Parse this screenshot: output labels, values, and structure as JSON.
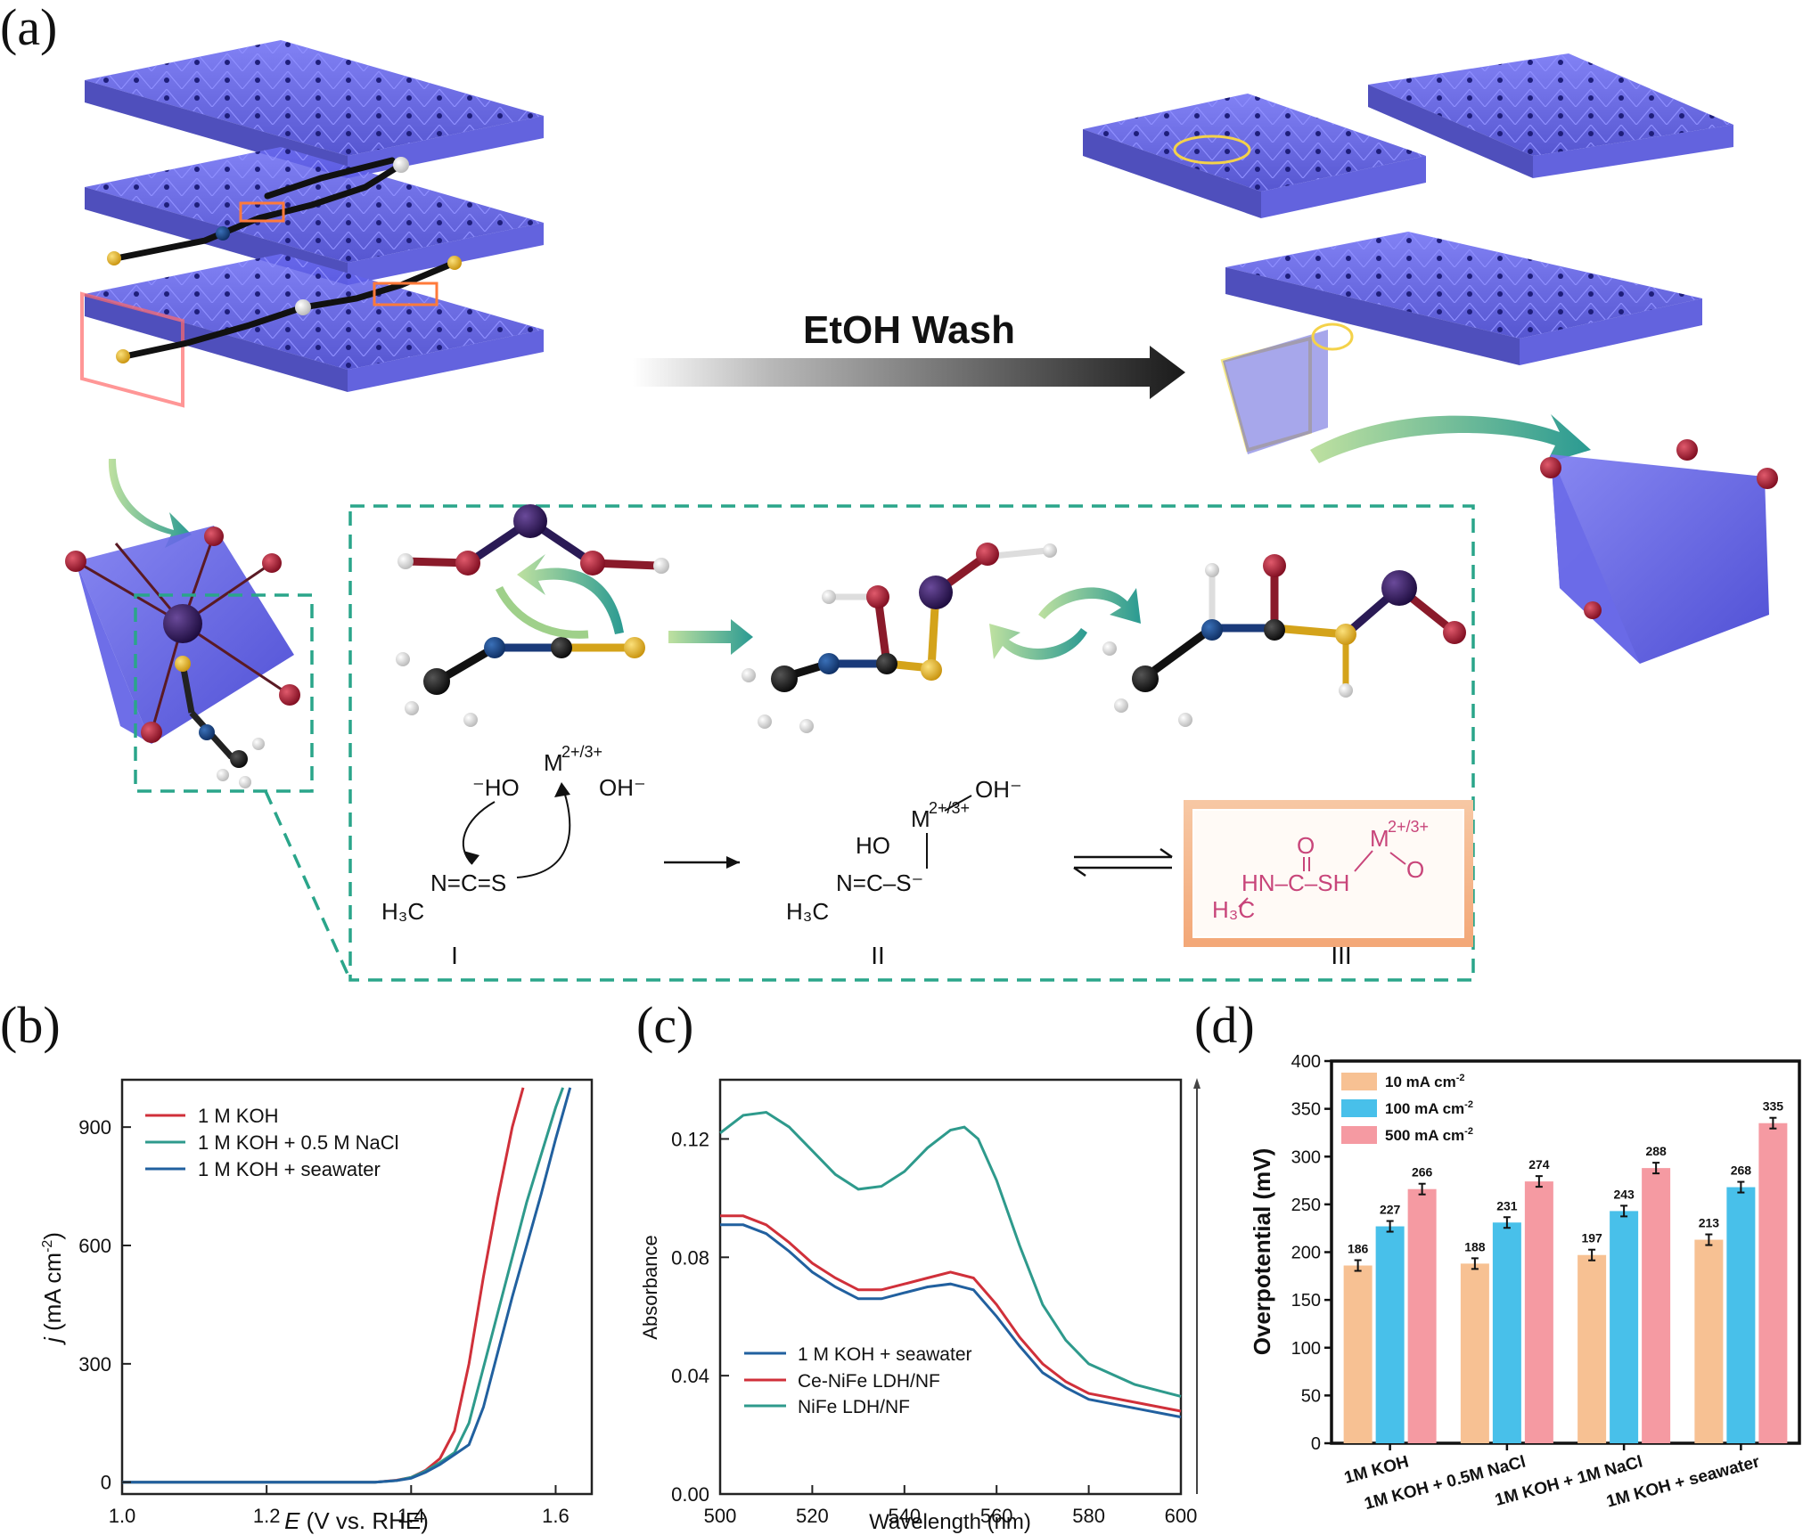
{
  "panel_labels": {
    "a": "(a)",
    "b": "(b)",
    "c": "(c)",
    "d": "(d)"
  },
  "panel_a": {
    "arrow_label": "EtOH Wash",
    "scheme_roman": [
      "I",
      "II",
      "III"
    ],
    "scheme_I": {
      "ligand1": "⁻HO",
      "metal": "M",
      "metal_sup": "2+/3+",
      "ligand2": "OH⁻",
      "isothiocyanate": "N=C=S",
      "methyl": "H₃C"
    },
    "scheme_II": {
      "oh": "OH⁻",
      "metal": "M",
      "metal_sup": "2+/3+",
      "ho": "HO",
      "backbone": "N=C–S⁻",
      "methyl": "H₃C"
    },
    "scheme_III": {
      "o_top": "O",
      "metal": "M",
      "metal_sup": "2+/3+",
      "backbone": "HN–C–SH",
      "o_right": "O",
      "methyl": "H₃C"
    },
    "colors": {
      "layer": "#4a4ae6",
      "dashed_box": "#2aa58a",
      "product_text": "#c8457a",
      "product_box": "#f3b38a"
    }
  },
  "chart_data": [
    {
      "id": "b",
      "type": "line",
      "xlabel_italic": "E",
      "xlabel_rest": " (V vs. RHE)",
      "ylabel_italic": "j",
      "ylabel_rest": " (mA cm",
      "ylabel_sup": "-2",
      "ylabel_close": ")",
      "xlim": [
        1.0,
        1.65
      ],
      "ylim": [
        -30,
        1020
      ],
      "xticks": [
        "1.0",
        "1.2",
        "1.4",
        "1.6"
      ],
      "yticks": [
        "0",
        "300",
        "600",
        "900"
      ],
      "xtick_values": [
        1.0,
        1.2,
        1.4,
        1.6
      ],
      "ytick_values": [
        0,
        300,
        600,
        900
      ],
      "legend_position": "top-left",
      "series": [
        {
          "name": "1 M KOH",
          "color": "#d0303a",
          "x": [
            1.0,
            1.35,
            1.38,
            1.4,
            1.42,
            1.44,
            1.46,
            1.48,
            1.5,
            1.52,
            1.54,
            1.555
          ],
          "y": [
            0,
            0,
            5,
            12,
            30,
            60,
            130,
            300,
            520,
            720,
            900,
            1000
          ]
        },
        {
          "name": "1 M KOH + 0.5 M NaCl",
          "color": "#2e9a8c",
          "x": [
            1.0,
            1.35,
            1.38,
            1.4,
            1.42,
            1.44,
            1.46,
            1.48,
            1.5,
            1.52,
            1.54,
            1.56,
            1.58,
            1.6,
            1.61
          ],
          "y": [
            0,
            0,
            4,
            12,
            28,
            50,
            75,
            150,
            290,
            430,
            570,
            710,
            830,
            950,
            1000
          ]
        },
        {
          "name": "1 M KOH + seawater",
          "color": "#21609f",
          "x": [
            1.0,
            1.35,
            1.38,
            1.4,
            1.42,
            1.44,
            1.46,
            1.48,
            1.5,
            1.52,
            1.54,
            1.56,
            1.58,
            1.6,
            1.62
          ],
          "y": [
            0,
            0,
            4,
            10,
            25,
            45,
            70,
            95,
            190,
            330,
            470,
            600,
            730,
            870,
            1000
          ]
        }
      ]
    },
    {
      "id": "c",
      "type": "line",
      "xlabel": "Wavelength (nm)",
      "ylabel": "Absorbance",
      "xlim": [
        500,
        600
      ],
      "ylim": [
        0.0,
        0.14
      ],
      "xticks": [
        "500",
        "520",
        "540",
        "560",
        "580",
        "600"
      ],
      "yticks": [
        "0.00",
        "0.04",
        "0.08",
        "0.12"
      ],
      "xtick_values": [
        500,
        520,
        540,
        560,
        580,
        600
      ],
      "ytick_values": [
        0.0,
        0.04,
        0.08,
        0.12
      ],
      "legend_position": "bottom-left",
      "series": [
        {
          "name": "1 M KOH + seawater",
          "color": "#21609f",
          "x": [
            500,
            505,
            510,
            515,
            520,
            525,
            530,
            535,
            540,
            545,
            550,
            555,
            560,
            565,
            570,
            575,
            580,
            590,
            600
          ],
          "y": [
            0.091,
            0.091,
            0.088,
            0.082,
            0.075,
            0.07,
            0.066,
            0.066,
            0.068,
            0.07,
            0.071,
            0.069,
            0.06,
            0.05,
            0.041,
            0.036,
            0.032,
            0.029,
            0.026
          ]
        },
        {
          "name": "Ce-NiFe LDH/NF",
          "color": "#d0303a",
          "x": [
            500,
            505,
            510,
            515,
            520,
            525,
            530,
            535,
            540,
            545,
            550,
            555,
            560,
            565,
            570,
            575,
            580,
            590,
            600
          ],
          "y": [
            0.094,
            0.094,
            0.091,
            0.085,
            0.078,
            0.073,
            0.069,
            0.069,
            0.071,
            0.073,
            0.075,
            0.073,
            0.064,
            0.053,
            0.044,
            0.038,
            0.034,
            0.031,
            0.028
          ]
        },
        {
          "name": "NiFe LDH/NF",
          "color": "#2e9a8c",
          "x": [
            500,
            505,
            510,
            515,
            520,
            525,
            530,
            535,
            540,
            545,
            550,
            553,
            556,
            560,
            565,
            570,
            575,
            580,
            590,
            600
          ],
          "y": [
            0.122,
            0.128,
            0.129,
            0.124,
            0.116,
            0.108,
            0.103,
            0.104,
            0.109,
            0.117,
            0.123,
            0.124,
            0.12,
            0.106,
            0.084,
            0.064,
            0.052,
            0.044,
            0.037,
            0.033
          ]
        }
      ]
    },
    {
      "id": "d",
      "type": "bar",
      "ylabel": "Overpotential (mV)",
      "ylim": [
        0,
        400
      ],
      "yticks": [
        "0",
        "50",
        "100",
        "150",
        "200",
        "250",
        "300",
        "350",
        "400"
      ],
      "ytick_values": [
        0,
        50,
        100,
        150,
        200,
        250,
        300,
        350,
        400
      ],
      "categories": [
        "1M KOH",
        "1M KOH + 0.5M NaCl",
        "1M KOH + 1M NaCl",
        "1M KOH + seawater"
      ],
      "legend_position": "top-left",
      "series": [
        {
          "name": "10 mA cm",
          "name_sup": "-2",
          "color": "#f7c193",
          "values": [
            186,
            188,
            197,
            213
          ],
          "labels": [
            "186",
            "188",
            "197",
            "213"
          ]
        },
        {
          "name": "100 mA cm",
          "name_sup": "-2",
          "color": "#48c0ea",
          "values": [
            227,
            231,
            243,
            268
          ],
          "labels": [
            "227",
            "231",
            "243",
            "268"
          ]
        },
        {
          "name": "500 mA cm",
          "name_sup": "-2",
          "color": "#f59aa2",
          "values": [
            266,
            274,
            288,
            335
          ],
          "labels": [
            "266",
            "274",
            "288",
            "335"
          ]
        }
      ]
    }
  ]
}
